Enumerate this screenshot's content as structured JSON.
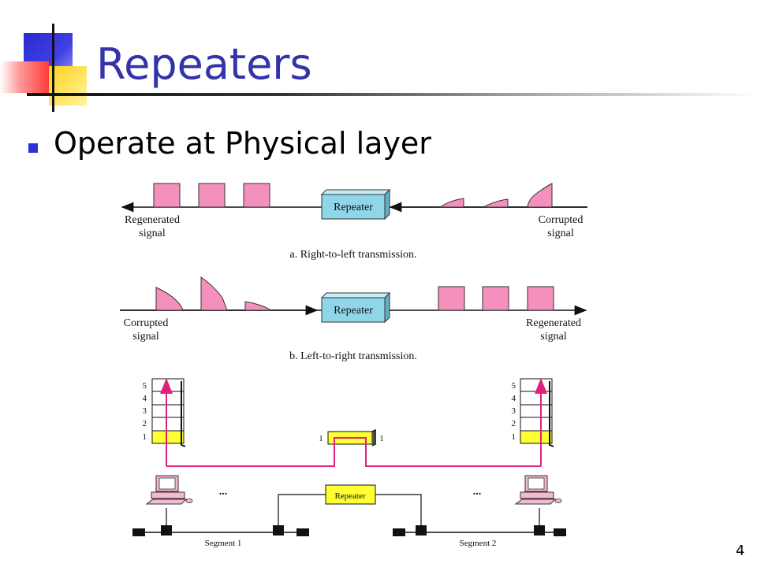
{
  "slide": {
    "title": "Repeaters",
    "bullet": "Operate at Physical layer",
    "page_number": "4"
  },
  "colors": {
    "title": "#3333aa",
    "signal_pulse": "#f58fbc",
    "repeater_box": "#8fd6e8",
    "yellow_box": "#ffff33",
    "path_magenta": "#e0207a"
  },
  "diagram": {
    "panel_a": {
      "device_label": "Repeater",
      "left_label_1": "Regenerated",
      "left_label_2": "signal",
      "right_label_1": "Corrupted",
      "right_label_2": "signal",
      "caption": "a. Right-to-left transmission."
    },
    "panel_b": {
      "device_label": "Repeater",
      "left_label_1": "Corrupted",
      "left_label_2": "signal",
      "right_label_1": "Regenerated",
      "right_label_2": "signal",
      "caption": "b. Left-to-right transmission."
    },
    "network": {
      "layers": [
        "5",
        "4",
        "3",
        "2",
        "1"
      ],
      "repeater_port_left": "1",
      "repeater_port_right": "1",
      "repeater_label": "Repeater",
      "ellipsis": "...",
      "segment_1": "Segment 1",
      "segment_2": "Segment 2"
    }
  }
}
